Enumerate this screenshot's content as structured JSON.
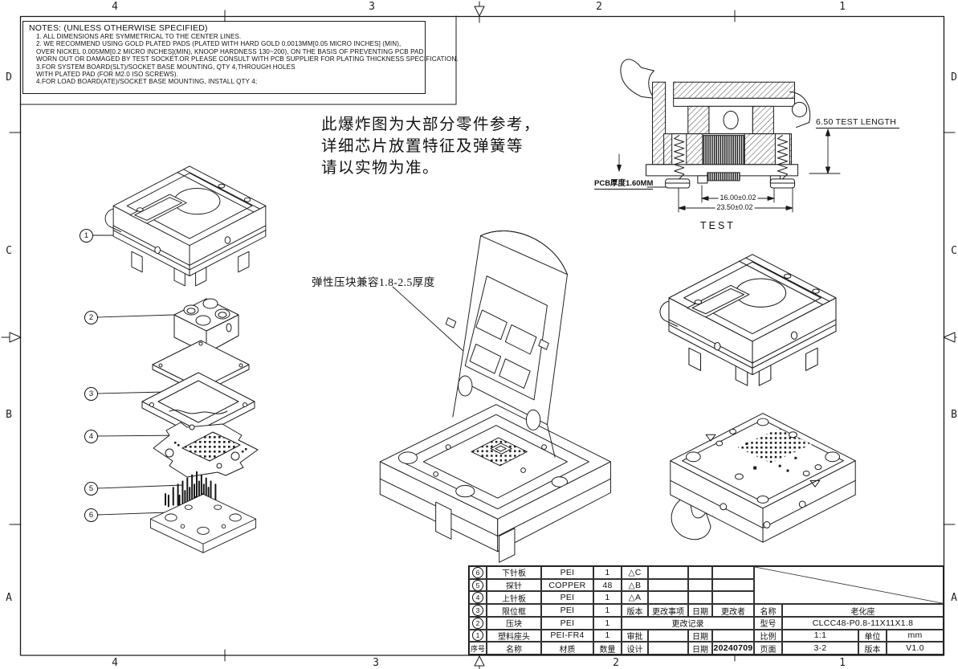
{
  "sheet": {
    "zones_top": [
      "4",
      "3",
      "2",
      "1"
    ],
    "zones_bottom": [
      "4",
      "3",
      "2",
      "1"
    ],
    "zones_left": [
      "D",
      "C",
      "B",
      "A"
    ],
    "zones_right": [
      "D",
      "C",
      "B",
      "A"
    ],
    "line_color": "#1a1a1a",
    "background": "#ffffff"
  },
  "notes": {
    "title": "NOTES: (UNLESS OTHERWISE SPECIFIED)",
    "lines": [
      "1. ALL DIMENSIONS ARE SYMMETRICAL TO THE CENTER LINES.",
      "2. WE RECOMMEND USING GOLD PLATED PADS (PLATED WITH HARD GOLD 0.0013MM[0.05 MICRO INCHES] (MIN),",
      "OVER NICKEL 0.005MM[0.2 MICRO INCHES](MIN), KNOOP HARDNESS 130~200), ON THE BASIS OF PREVENTING PCB PAD",
      "WORN OUT OR DAMAGED BY TEST SOCKET.OR PLEASE CONSULT WITH PCB SUPPLIER FOR PLATING THICKNESS SPECIFICATION.",
      "3.FOR SYSTEM BOARD(SLT)/SOCKET BASE MOUNTING, QTY 4,THROUGH HOLES",
      "WITH PLATED PAD (FOR M2.0 ISO SCREWS).",
      "4.FOR LOAD BOARD(ATE)/SOCKET BASE MOUNTING, INSTALL QTY 4;"
    ]
  },
  "exploded_note": {
    "line1": "此爆炸图为大部分零件参考，",
    "line2": "详细芯片放置特征及弹簧等",
    "line3": "请以实物为准。"
  },
  "annotations": {
    "elastic_block": "弹性压块兼容1.8-2.5厚度",
    "view_label_test": "TEST",
    "test_length": "6.50  TEST  LENGTH",
    "pcb_thickness": "PCB厚度1.60MM",
    "dim_inner": "16.00±0.02",
    "dim_outer": "23.50±0.02"
  },
  "balloons": [
    "1",
    "2",
    "3",
    "4",
    "5",
    "6"
  ],
  "bom": {
    "headers": [
      "序号",
      "名称",
      "材质",
      "数量"
    ],
    "rows": [
      {
        "no": "6",
        "name": "下针板",
        "material": "PEI",
        "qty": "1"
      },
      {
        "no": "5",
        "name": "探针",
        "material": "COPPER",
        "qty": "48"
      },
      {
        "no": "4",
        "name": "上针板",
        "material": "PEI",
        "qty": "1"
      },
      {
        "no": "3",
        "name": "限位框",
        "material": "PEI",
        "qty": "1"
      },
      {
        "no": "2",
        "name": "压块",
        "material": "PEI",
        "qty": "1"
      },
      {
        "no": "1",
        "name": "塑料座头",
        "material": "PEI-FR4",
        "qty": "1"
      }
    ]
  },
  "revision": {
    "marks": [
      "△C",
      "△B",
      "△A"
    ],
    "header_version": "版本",
    "header_change": "更改事项",
    "header_date": "日期",
    "header_by": "更改者",
    "record_label": "更改记录",
    "approve_label": "审批",
    "design_label": "设计",
    "date_label": "日期",
    "design_date": "20240709"
  },
  "title_block": {
    "name_label": "名称",
    "name_value": "老化座",
    "model_label": "型号",
    "model_value": "CLCC48-P0.8-11X11X1.8",
    "scale_label": "比例",
    "scale_value": "1:1",
    "unit_label": "单位",
    "unit_value": "mm",
    "page_label": "页面",
    "page_value": "3-2",
    "version_label": "版本",
    "version_value": "V1.0"
  }
}
